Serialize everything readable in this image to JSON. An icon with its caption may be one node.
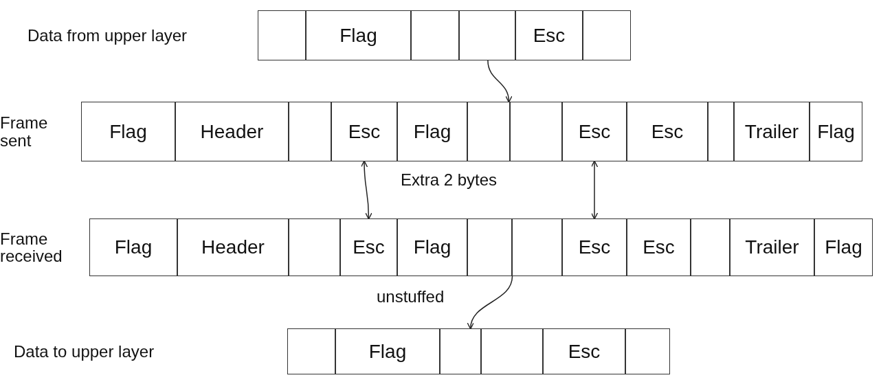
{
  "diagram": {
    "nodes": [
      {
        "text": [
          "Data from upper layer"
        ]
      },
      {
        "text": [],
        "shape": "box",
        "in": 0
      },
      {
        "text": [
          "Flag"
        ],
        "in": 0
      },
      {
        "text": [],
        "shape": "box",
        "in": 0
      },
      {
        "text": [],
        "shape": "box",
        "in": 0
      },
      {
        "text": [
          "Esc"
        ],
        "in": 0
      },
      {
        "text": [],
        "shape": "box",
        "in": 0
      },
      {
        "text": [
          "Frame sent"
        ]
      },
      {
        "text": [
          "Flag"
        ],
        "in": 7
      },
      {
        "text": [
          "Header"
        ],
        "in": 7
      },
      {
        "text": [],
        "shape": "box",
        "in": 7
      },
      {
        "text": [
          "Esc"
        ],
        "in": 7
      },
      {
        "text": [
          "Flag"
        ],
        "in": 7
      },
      {
        "text": [],
        "shape": "box",
        "in": 7
      },
      {
        "text": [],
        "shape": "box",
        "in": 7
      },
      {
        "text": [
          "Esc"
        ],
        "in": 7
      },
      {
        "text": [
          "Esc"
        ],
        "in": 7
      },
      {
        "text": [],
        "shape": "box",
        "in": 7
      },
      {
        "text": [
          "Trailer"
        ],
        "in": 7
      },
      {
        "text": [
          "Flag"
        ],
        "in": 7
      },
      {
        "text": [
          "Frame received"
        ]
      },
      {
        "text": [
          "Flag"
        ],
        "in": 20
      },
      {
        "text": [
          "Header"
        ],
        "in": 20
      },
      {
        "text": [],
        "shape": "box",
        "in": 20
      },
      {
        "text": [
          "Esc"
        ],
        "in": 20
      },
      {
        "text": [
          "Flag"
        ],
        "in": 20
      },
      {
        "text": [],
        "shape": "box",
        "in": 20
      },
      {
        "text": [],
        "shape": "box",
        "in": 20
      },
      {
        "text": [
          "Esc"
        ],
        "in": 20
      },
      {
        "text": [
          "Esc"
        ],
        "in": 20
      },
      {
        "text": [],
        "shape": "box",
        "in": 20
      },
      {
        "text": [
          "Trailer"
        ],
        "in": 20
      },
      {
        "text": [
          "Flag"
        ],
        "in": 20
      },
      {
        "text": [
          "Data to upper layer"
        ]
      },
      {
        "text": [],
        "shape": "box",
        "in": 33
      },
      {
        "text": [
          "Flag"
        ],
        "in": 33
      },
      {
        "text": [],
        "shape": "box",
        "in": 33
      },
      {
        "text": [],
        "shape": "box",
        "in": 33
      },
      {
        "text": [
          "Esc"
        ],
        "in": 33
      },
      {
        "text": [],
        "shape": "box",
        "in": 33
      }
    ],
    "edges": [
      {
        "from": 0,
        "to": 7,
        "arrow": "to"
      },
      {
        "from": 11,
        "to": 24,
        "arrow": "both"
      },
      {
        "from": 15,
        "to": 28,
        "arrow": "both"
      },
      {
        "from": 20,
        "to": 33,
        "arrow": "to",
        "label": "unstuffed"
      }
    ],
    "labels": [
      "Extra 2 bytes"
    ]
  }
}
